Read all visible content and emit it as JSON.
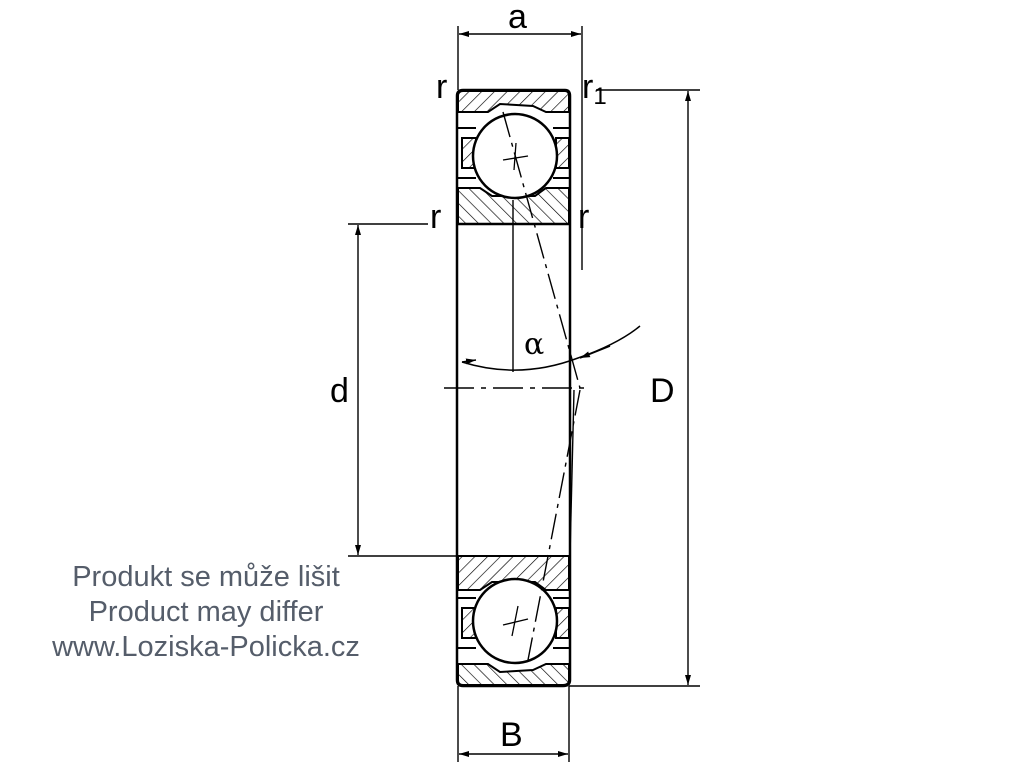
{
  "labels": {
    "a": "a",
    "r_top_left": "r",
    "r1_main": "r",
    "r1_sub": "1",
    "r_mid_left": "r",
    "r_mid_right": "r",
    "alpha": "α",
    "d": "d",
    "D": "D",
    "B": "B"
  },
  "disclaimer": {
    "line_cs": "Produkt se může lišit",
    "line_en": "Product may differ",
    "website": "www.Loziska-Policka.cz"
  },
  "colors": {
    "line": "#000000",
    "disclaimer_text": "#555d6a"
  }
}
